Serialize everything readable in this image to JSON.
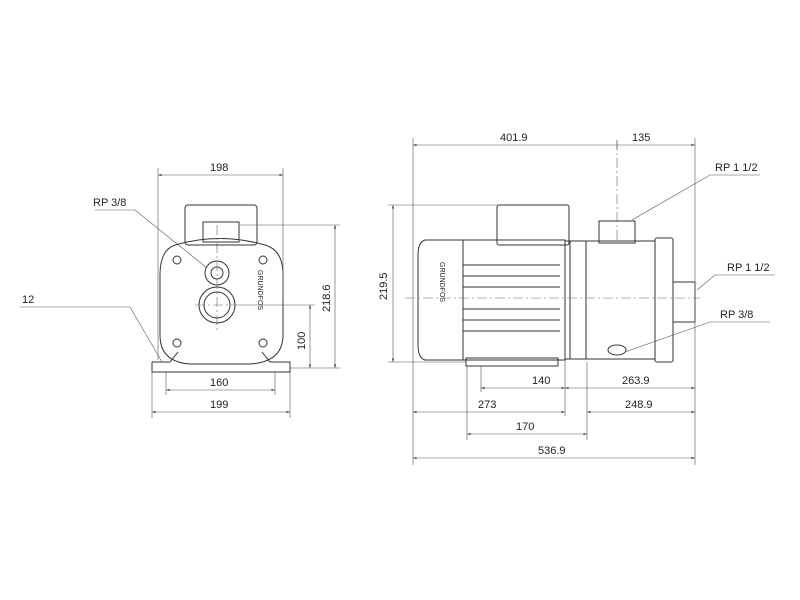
{
  "front_view": {
    "dimensions": {
      "width_top": "198",
      "height_total": "218.6",
      "height_axis": "100",
      "foot_spacing": "160",
      "foot_width": "199",
      "foot_thickness": "12"
    },
    "labels": {
      "drain_port": "RP 3/8"
    },
    "brand_logo": "GRUNDFOS"
  },
  "side_view": {
    "dimensions": {
      "motor_length": "401.9",
      "outlet_offset": "135",
      "height": "219.5",
      "foot_to_pump": "140",
      "pump_length": "263.9",
      "motor_to_foot": "273",
      "foot_to_inlet": "248.9",
      "foot_length": "170",
      "total_length": "536.9"
    },
    "labels": {
      "outlet_port": "RP 1 1/2",
      "inlet_port": "RP 1 1/2",
      "drain_port": "RP 3/8"
    },
    "brand_logo": "GRUNDFOS"
  }
}
